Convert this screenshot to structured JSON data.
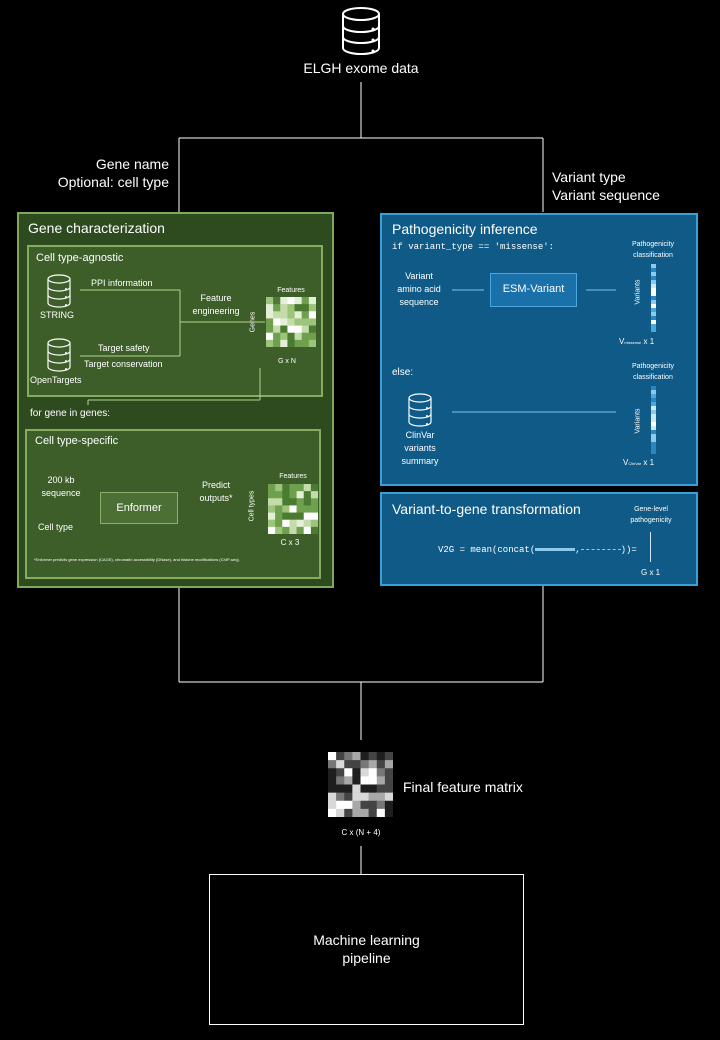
{
  "top": {
    "database_label": "ELGH exome data"
  },
  "left_inputs": {
    "line1": "Gene name",
    "line2": "Optional: cell type"
  },
  "right_inputs": {
    "line1": "Variant type",
    "line2": "Variant sequence"
  },
  "gene_char": {
    "title": "Gene characterization",
    "agnostic": {
      "title": "Cell type-agnostic",
      "string_label": "STRING",
      "opentargets_label": "OpenTargets",
      "ppi_label": "PPI information",
      "safety_label": "Target safety",
      "conservation_label": "Target conservation",
      "fe_line1": "Feature",
      "fe_line2": "engineering",
      "features_label": "Features",
      "genes_label": "Genes",
      "dim_label": "G x N"
    },
    "loop_label": "for gene in genes:",
    "specific": {
      "title": "Cell type-specific",
      "seq_line1": "200 kb",
      "seq_line2": "sequence",
      "celltype_label": "Cell type",
      "enformer_label": "Enformer",
      "predict_line1": "Predict",
      "predict_line2": "outputs*",
      "features_label": "Features",
      "celltypes_label": "Cell types",
      "dim_label": "C x 3",
      "footnote": "*Enformer predicts gene expression (CAGE), chromatin accessibility (DNase), and histone modifications (ChIP-seq)."
    }
  },
  "patho": {
    "title": "Pathogenicity inference",
    "if_label": "if variant_type == 'missense':",
    "variant_line1": "Variant",
    "variant_line2": "amino acid",
    "variant_line3": "sequence",
    "esm_label": "ESM-Variant",
    "class1_line1": "Pathogenicity",
    "class1_line2": "classification",
    "variants1_label": "Variants",
    "dim1_main": "V",
    "dim1_sub": "missense",
    "dim1_tail": " x 1",
    "else_label": "else:",
    "clinvar_line1": "ClinVar",
    "clinvar_line2": "variants",
    "clinvar_line3": "summary",
    "class2_line1": "Pathogenicity",
    "class2_line2": "classification",
    "variants2_label": "Variants",
    "dim2_main": "V",
    "dim2_sub": "ClinVar",
    "dim2_tail": " x 1"
  },
  "v2g": {
    "title": "Variant-to-gene transformation",
    "formula_start": "V2G = mean(concat(",
    "formula_mid": ",",
    "formula_end": "))=",
    "level_line1": "Gene-level",
    "level_line2": "pathogenicity",
    "dim_label": "G x 1"
  },
  "final": {
    "label": "Final feature matrix",
    "dim_label": "C x (N + 4)"
  },
  "ml": {
    "line1": "Machine learning",
    "line2": "pipeline"
  }
}
